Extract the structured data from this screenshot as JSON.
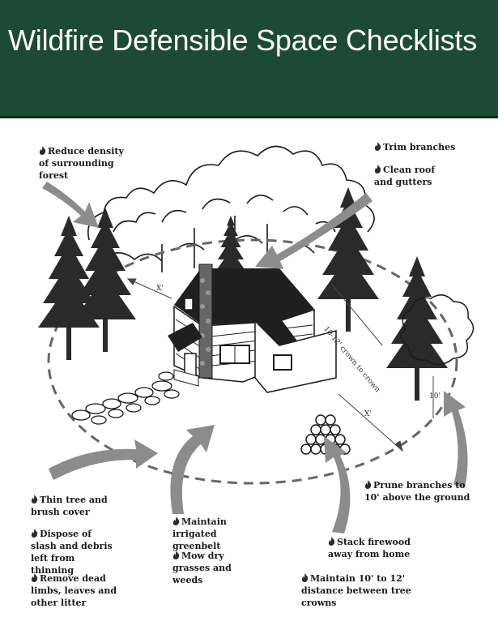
{
  "header": {
    "title": "Wildfire Defensible Space Checklists",
    "bg_color": "#1d4a34"
  },
  "notes": {
    "reduce_density": "Reduce density of surrounding forest",
    "trim_branches": "Trim branches",
    "clean_roof": "Clean roof and gutters",
    "thin_tree": "Thin tree and brush cover",
    "dispose_slash": "Dispose of slash and debris left from thinning",
    "remove_dead": "Remove dead limbs, leaves and other litter",
    "maintain_greenbelt": "Maintain irrigated greenbelt",
    "mow_grasses": "Mow dry grasses and weeds",
    "prune_branches": "Prune branches to 10' above the ground",
    "stack_firewood": "Stack firewood away from home",
    "maintain_distance": "Maintain 10' to 12' distance between tree crowns"
  },
  "dimensions": {
    "crown_spacing": "10-12' crown to crown",
    "prune_height": "10'",
    "x_left": "X'",
    "x_right": "X'"
  },
  "colors": {
    "arrow": "#8c8c8c",
    "ink": "#1a1a1a"
  }
}
